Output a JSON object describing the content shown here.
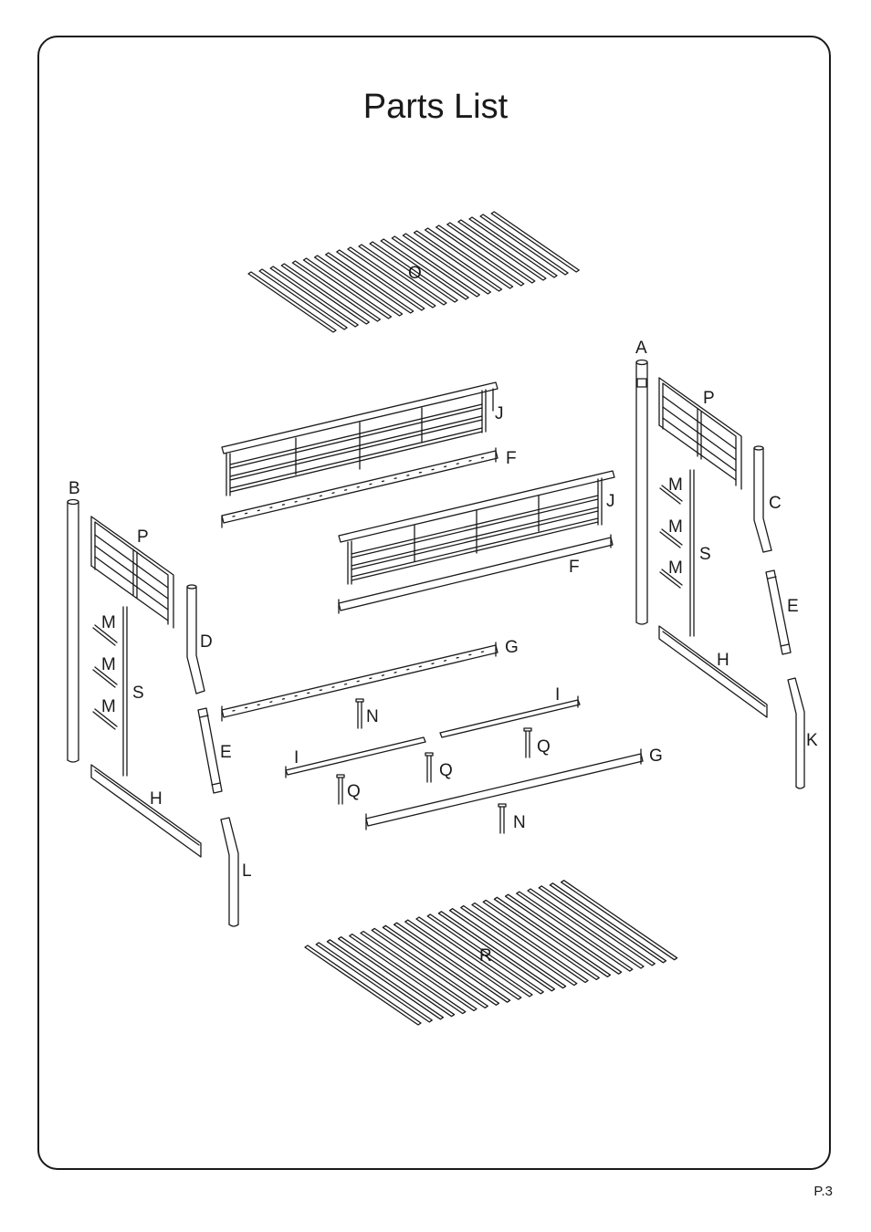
{
  "page": {
    "title": "Parts List",
    "page_number": "P.3"
  },
  "parts": {
    "O": "O",
    "A": "A",
    "B": "B",
    "C": "C",
    "D": "D",
    "E": "E",
    "F": "F",
    "G": "G",
    "H": "H",
    "I": "I",
    "J": "J",
    "K": "K",
    "L": "L",
    "M": "M",
    "N": "N",
    "P": "P",
    "Q": "Q",
    "R": "R",
    "S": "S"
  }
}
